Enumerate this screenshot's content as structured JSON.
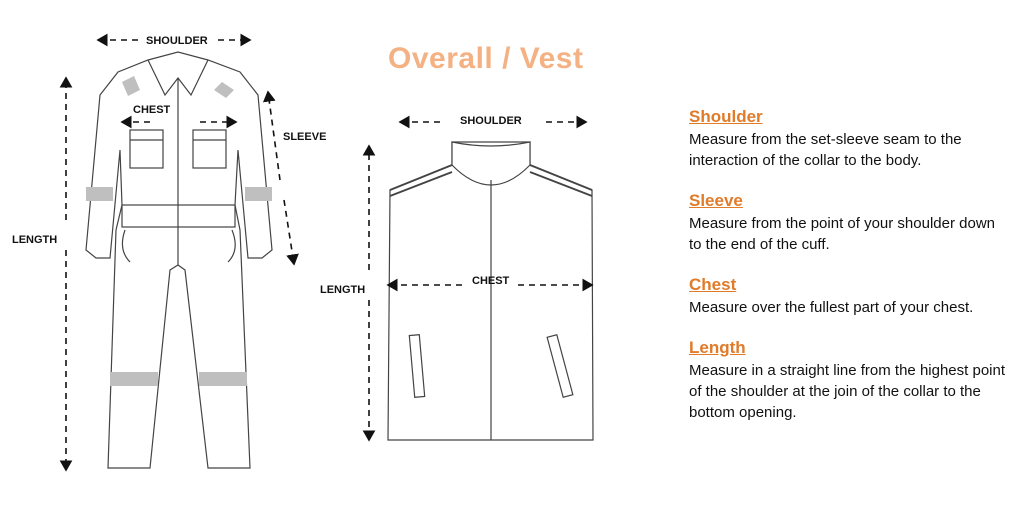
{
  "title": "Overall / Vest",
  "overall_labels": {
    "shoulder": "SHOULDER",
    "chest": "CHEST",
    "sleeve": "SLEEVE",
    "length": "LENGTH"
  },
  "vest_labels": {
    "shoulder": "SHOULDER",
    "chest": "CHEST",
    "length": "LENGTH"
  },
  "sections": [
    {
      "heading": "Shoulder",
      "text": "Measure from the set-sleeve seam to the interaction of the collar to the body."
    },
    {
      "heading": "Sleeve",
      "text": "Measure from the point of your shoulder down to the end of the cuff."
    },
    {
      "heading": "Chest",
      "text": "Measure over the fullest part of your chest."
    },
    {
      "heading": "Length",
      "text": "Measure in a straight line from the highest point of the shoulder at the join of the collar to the bottom opening."
    }
  ],
  "colors": {
    "title": "#f4b183",
    "heading": "#e07b2a",
    "reflective": "#bfbfbf"
  }
}
